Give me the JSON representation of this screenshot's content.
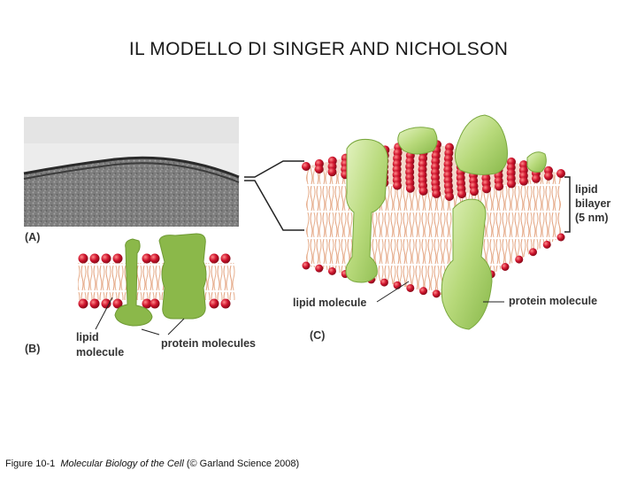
{
  "title": "IL MODELLO DI SINGER AND NICHOLSON",
  "panels": {
    "a": "(A)",
    "b": "(B)",
    "c": "(C)"
  },
  "labels": {
    "b_lipid_line1": "lipid",
    "b_lipid_line2": "molecule",
    "b_proteins": "protein molecules",
    "c_lipid": "lipid molecule",
    "c_protein": "protein molecule",
    "bilayer_line1": "lipid",
    "bilayer_line2": "bilayer",
    "bilayer_line3": "(5 nm)"
  },
  "caption": {
    "prefix": "Figure 10-1",
    "book": "Molecular Biology of the Cell",
    "suffix": "(© Garland Science 2008)"
  },
  "colors": {
    "head_red": "#c8102e",
    "tail_orange": "#e9a27a",
    "protein_green": "#a9cf6a",
    "protein_dark_green": "#7cae3c"
  }
}
